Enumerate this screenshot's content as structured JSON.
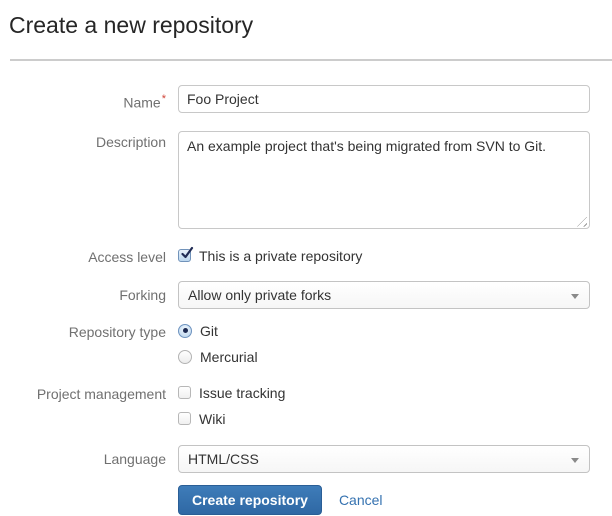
{
  "page": {
    "title": "Create a new repository"
  },
  "form": {
    "name": {
      "label": "Name",
      "required_marker": "*",
      "value": "Foo Project"
    },
    "description": {
      "label": "Description",
      "value": "An example project that's being migrated from SVN to Git."
    },
    "access_level": {
      "label": "Access level",
      "checkbox_label": "This is a private repository",
      "checked": true
    },
    "forking": {
      "label": "Forking",
      "selected_option": "Allow only private forks"
    },
    "repo_type": {
      "label": "Repository type",
      "options": [
        {
          "label": "Git",
          "selected": true
        },
        {
          "label": "Mercurial",
          "selected": false
        }
      ]
    },
    "project_management": {
      "label": "Project management",
      "options": [
        {
          "label": "Issue tracking",
          "checked": false
        },
        {
          "label": "Wiki",
          "checked": false
        }
      ]
    },
    "language": {
      "label": "Language",
      "selected_option": "HTML/CSS"
    },
    "actions": {
      "submit_label": "Create repository",
      "cancel_label": "Cancel"
    }
  },
  "colors": {
    "accent_blue": "#3572b0",
    "button_top": "#3e7cb9",
    "button_bottom": "#2f68a4",
    "required_red": "#d04437",
    "label_gray": "#707070",
    "border_gray": "#c8c8c8",
    "check_navy": "#212c55"
  }
}
